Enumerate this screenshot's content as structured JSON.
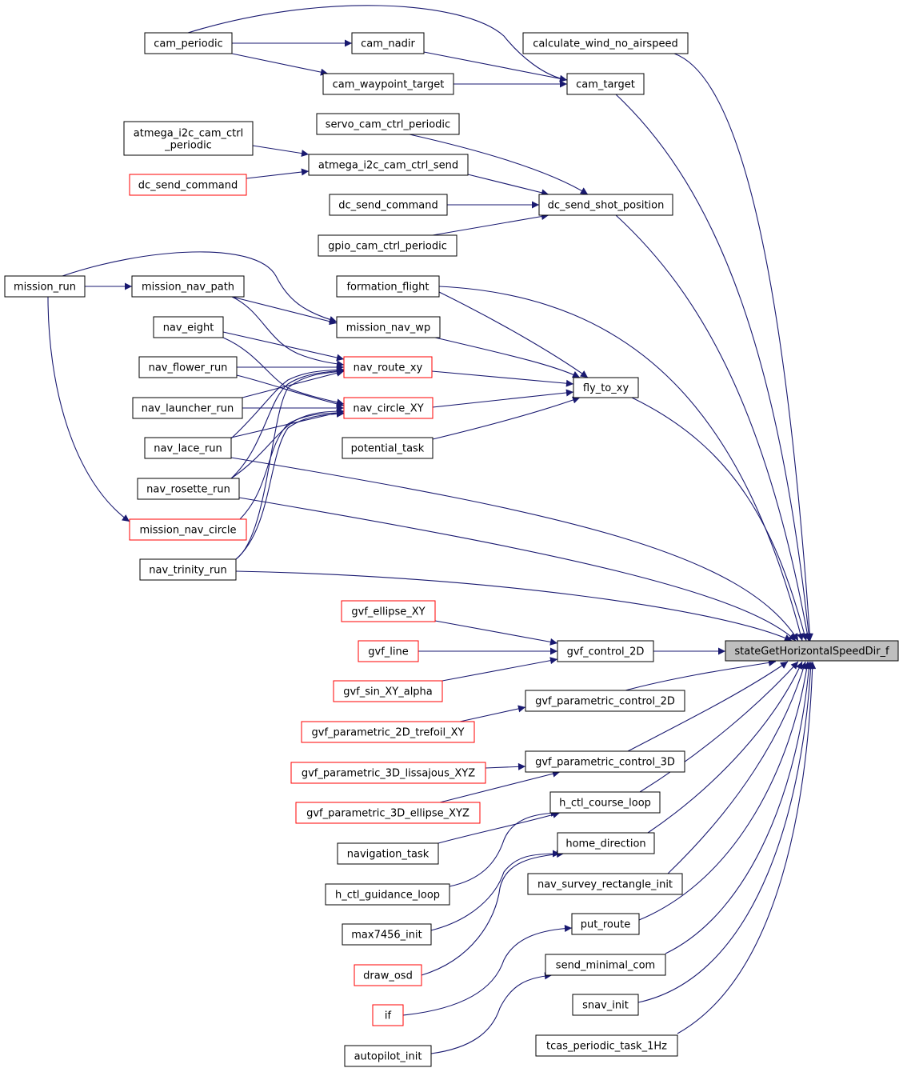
{
  "colors": {
    "edge": "#191970",
    "node_border": "#000000",
    "node_border_external": "#ff0000",
    "node_fill": "#ffffff",
    "root_fill": "#bfbfbf"
  },
  "nodes": {
    "root": "stateGetHorizontalSpeedDir_f",
    "cam_periodic": "cam_periodic",
    "cam_nadir": "cam_nadir",
    "cam_waypoint_target": "cam_waypoint_target",
    "cam_target": "cam_target",
    "calculate_wind_no_airspeed": "calculate_wind_no_airspeed",
    "servo_cam_ctrl_periodic": "servo_cam_ctrl_periodic",
    "atmega_i2c_cam_ctrl_periodic": [
      "atmega_i2c_cam_ctrl",
      "_periodic"
    ],
    "dc_send_command_red": "dc_send_command",
    "atmega_i2c_cam_ctrl_send": "atmega_i2c_cam_ctrl_send",
    "dc_send_command": "dc_send_command",
    "dc_send_shot_position": "dc_send_shot_position",
    "gpio_cam_ctrl_periodic": "gpio_cam_ctrl_periodic",
    "mission_run": "mission_run",
    "mission_nav_path": "mission_nav_path",
    "formation_flight": "formation_flight",
    "mission_nav_wp": "mission_nav_wp",
    "nav_eight": "nav_eight",
    "nav_flower_run": "nav_flower_run",
    "nav_route_xy": "nav_route_xy",
    "fly_to_xy": "fly_to_xy",
    "nav_launcher_run": "nav_launcher_run",
    "nav_circle_XY": "nav_circle_XY",
    "nav_lace_run": "nav_lace_run",
    "potential_task": "potential_task",
    "nav_rosette_run": "nav_rosette_run",
    "mission_nav_circle": "mission_nav_circle",
    "nav_trinity_run": "nav_trinity_run",
    "gvf_ellipse_XY": "gvf_ellipse_XY",
    "gvf_line": "gvf_line",
    "gvf_control_2D": "gvf_control_2D",
    "gvf_sin_XY_alpha": "gvf_sin_XY_alpha",
    "gvf_parametric_control_2D": "gvf_parametric_control_2D",
    "gvf_parametric_2D_trefoil_XY": "gvf_parametric_2D_trefoil_XY",
    "gvf_parametric_control_3D": "gvf_parametric_control_3D",
    "gvf_parametric_3D_lissajous_XYZ": "gvf_parametric_3D_lissajous_XYZ",
    "h_ctl_course_loop": "h_ctl_course_loop",
    "gvf_parametric_3D_ellipse_XYZ": "gvf_parametric_3D_ellipse_XYZ",
    "navigation_task": "navigation_task",
    "home_direction": "home_direction",
    "h_ctl_guidance_loop": "h_ctl_guidance_loop",
    "nav_survey_rectangle_init": "nav_survey_rectangle_init",
    "max7456_init": "max7456_init",
    "put_route": "put_route",
    "draw_osd": "draw_osd",
    "send_minimal_com": "send_minimal_com",
    "if": "if",
    "snav_init": "snav_init",
    "autopilot_init": "autopilot_init",
    "tcas_periodic_task_1Hz": "tcas_periodic_task_1Hz"
  }
}
